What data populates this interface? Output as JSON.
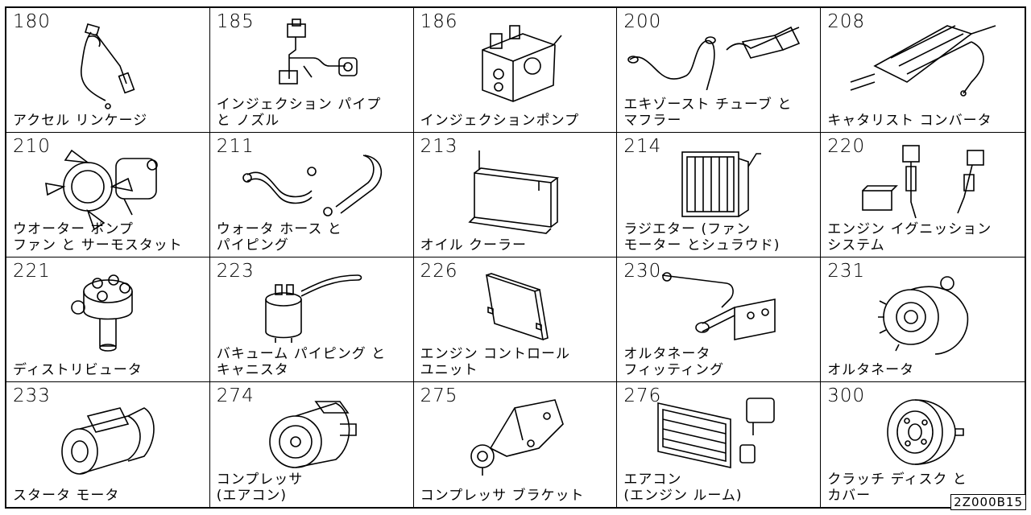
{
  "cells": [
    {
      "code": "180",
      "label": "アクセル リンケージ",
      "icon": "accelerator-linkage-icon"
    },
    {
      "code": "185",
      "label": "インジェクション パイプ\nと ノズル",
      "icon": "injection-pipe-icon"
    },
    {
      "code": "186",
      "label": "インジェクションポンプ",
      "icon": "injection-pump-icon"
    },
    {
      "code": "200",
      "label": "エキゾースト チューブ と\nマフラー",
      "icon": "exhaust-muffler-icon"
    },
    {
      "code": "208",
      "label": "キャタリスト コンバータ",
      "icon": "catalytic-converter-icon"
    },
    {
      "code": "210",
      "label": "ウオーター ポンプ\nファン と サーモスタット",
      "icon": "water-pump-icon"
    },
    {
      "code": "211",
      "label": "ウォータ ホース と\nパイピング",
      "icon": "water-hose-icon"
    },
    {
      "code": "213",
      "label": "オイル クーラー",
      "icon": "oil-cooler-icon"
    },
    {
      "code": "214",
      "label": "ラジエター (ファン\nモーター とシュラウド)",
      "icon": "radiator-icon"
    },
    {
      "code": "220",
      "label": "エンジン イグニッション\nシステム",
      "icon": "ignition-system-icon"
    },
    {
      "code": "221",
      "label": "ディストリビュータ",
      "icon": "distributor-icon"
    },
    {
      "code": "223",
      "label": "バキューム パイピング と\nキャニスタ",
      "icon": "vacuum-canister-icon"
    },
    {
      "code": "226",
      "label": "エンジン コントロール\nユニット",
      "icon": "engine-control-unit-icon"
    },
    {
      "code": "230",
      "label": "オルタネータ\nフィッティング",
      "icon": "alternator-fitting-icon"
    },
    {
      "code": "231",
      "label": "オルタネータ",
      "icon": "alternator-icon"
    },
    {
      "code": "233",
      "label": "スタータ モータ",
      "icon": "starter-motor-icon"
    },
    {
      "code": "274",
      "label": "コンプレッサ\n(エアコン)",
      "icon": "ac-compressor-icon"
    },
    {
      "code": "275",
      "label": "コンプレッサ ブラケット",
      "icon": "compressor-bracket-icon"
    },
    {
      "code": "276",
      "label": "エアコン\n(エンジン ルーム)",
      "icon": "ac-condenser-icon"
    },
    {
      "code": "300",
      "label": "クラッチ ディスク と\nカバー",
      "icon": "clutch-disc-icon"
    }
  ],
  "diagram_code": "2Z000B15"
}
